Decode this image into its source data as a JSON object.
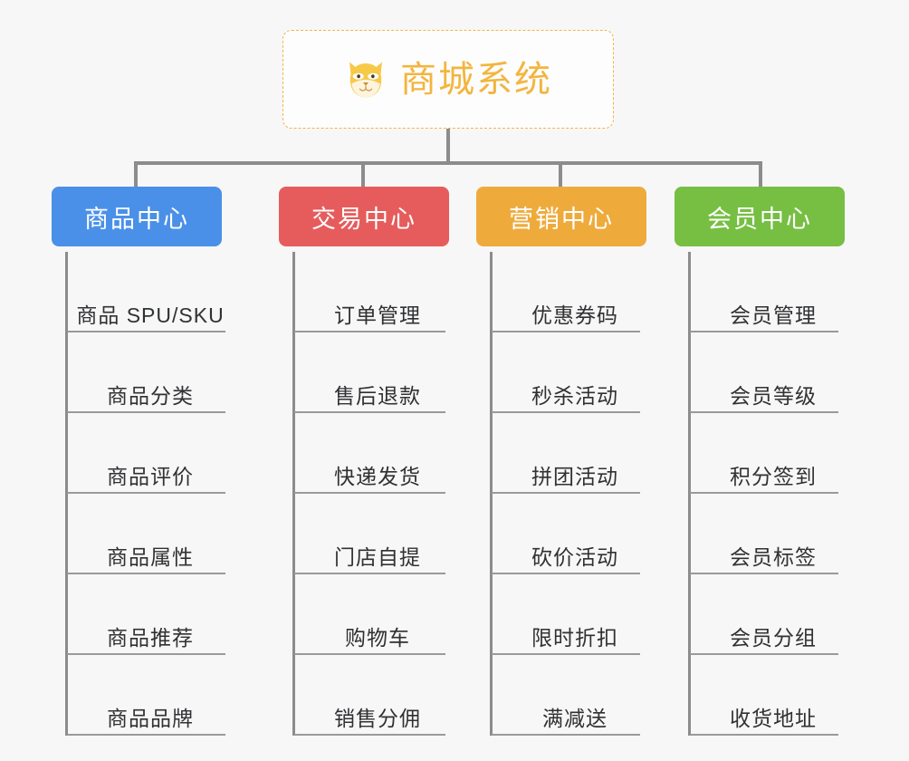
{
  "diagram": {
    "background_color": "#f7f7f7",
    "root": {
      "title": "商城系统",
      "icon": "shiba-dog-icon",
      "text_color": "#f3b53f",
      "border_color": "#f0b64a"
    },
    "connector_color": "#8c8c8c",
    "columns": [
      {
        "label": "商品中心",
        "color": "#4a90e8",
        "items": [
          "商品 SPU/SKU",
          "商品分类",
          "商品评价",
          "商品属性",
          "商品推荐",
          "商品品牌"
        ]
      },
      {
        "label": "交易中心",
        "color": "#e65c5c",
        "items": [
          "订单管理",
          "售后退款",
          "快递发货",
          "门店自提",
          "购物车",
          "销售分佣"
        ]
      },
      {
        "label": "营销中心",
        "color": "#eeab3c",
        "items": [
          "优惠券码",
          "秒杀活动",
          "拼团活动",
          "砍价活动",
          "限时折扣",
          "满减送"
        ]
      },
      {
        "label": "会员中心",
        "color": "#76bf43",
        "items": [
          "会员管理",
          "会员等级",
          "积分签到",
          "会员标签",
          "会员分组",
          "收货地址"
        ]
      }
    ]
  }
}
